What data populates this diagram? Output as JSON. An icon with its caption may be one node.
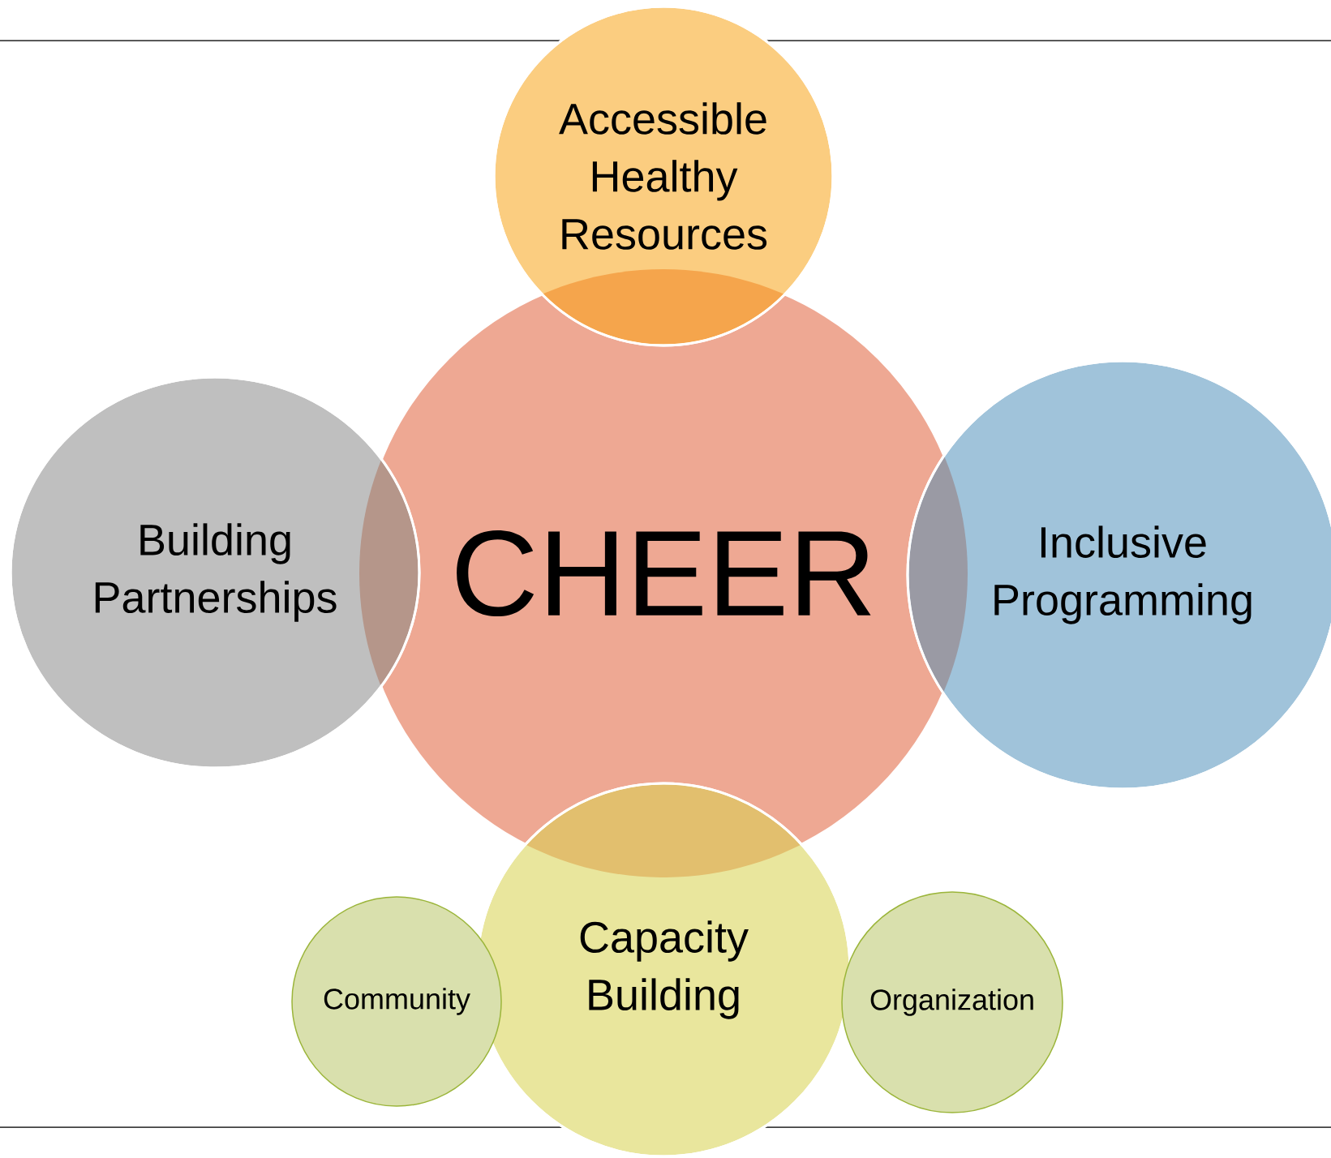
{
  "diagram": {
    "nodes": [
      {
        "text": [
          "CHEER"
        ]
      },
      {
        "text": [
          "Accessible Healthy Resources"
        ]
      },
      {
        "text": [
          "Building Partnerships"
        ]
      },
      {
        "text": [
          "Inclusive Programming"
        ]
      },
      {
        "text": [
          "Capacity Building"
        ]
      },
      {
        "text": [
          "Community"
        ]
      },
      {
        "text": [
          "Organization"
        ]
      }
    ]
  }
}
